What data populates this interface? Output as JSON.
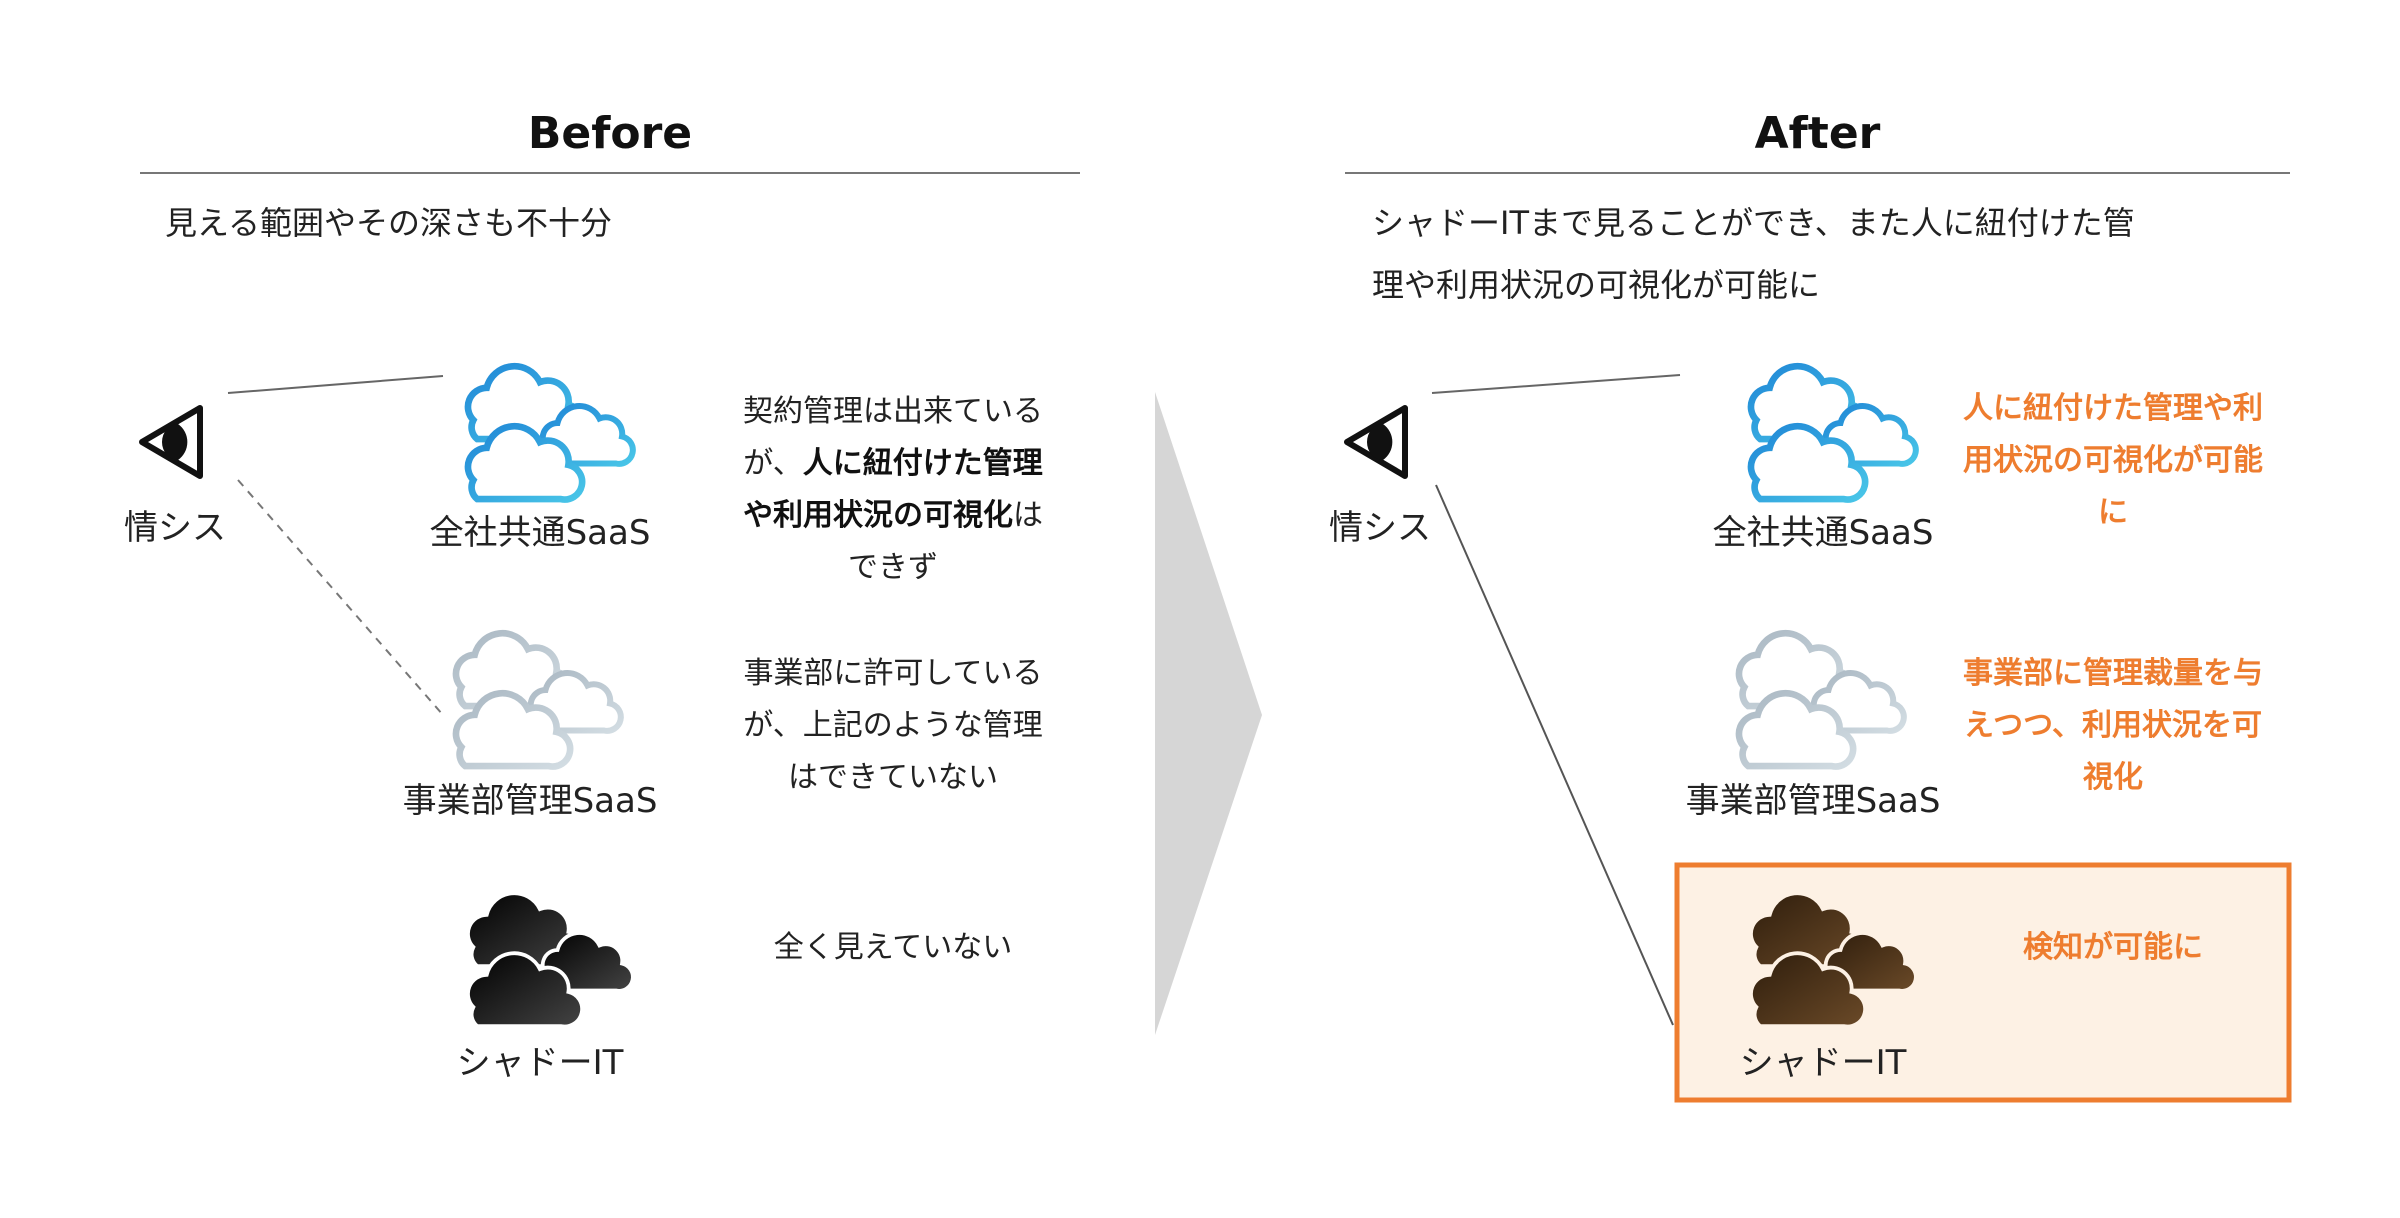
{
  "before": {
    "title": "Before",
    "subtitle": "見える範囲やその深さも不十分",
    "observer_label": "情シス",
    "nodes": [
      {
        "label": "全社共通SaaS",
        "desc_pre": "契約管理は出来ているが、",
        "desc_bold": "人に紐付けた管理や利用状況の可視化",
        "desc_post": "はできず"
      },
      {
        "label": "事業部管理SaaS",
        "desc": "事業部に許可しているが、上記のような管理はできていない"
      },
      {
        "label": "シャドーIT",
        "desc": "全く見えていない"
      }
    ]
  },
  "after": {
    "title": "After",
    "subtitle_line1": "シャドーITまで見ることができ、また人に紐付けた管",
    "subtitle_line2": "理や利用状況の可視化が可能に",
    "observer_label": "情シス",
    "nodes": [
      {
        "label": "全社共通SaaS",
        "desc": "人に紐付けた管理や利用状況の可視化が可能に"
      },
      {
        "label": "事業部管理SaaS",
        "desc": "事業部に管理裁量を与えつつ、利用状況を可視化"
      },
      {
        "label": "シャドーIT",
        "desc": "検知が可能に"
      }
    ]
  },
  "colors": {
    "accent": "#ee7d2f",
    "cloud_blue": "#2a9fd8",
    "cloud_gray": "#b8c6cf",
    "cloud_black": "#111111",
    "cloud_brown": "#4a3520",
    "arrow": "#d3d3d3"
  }
}
